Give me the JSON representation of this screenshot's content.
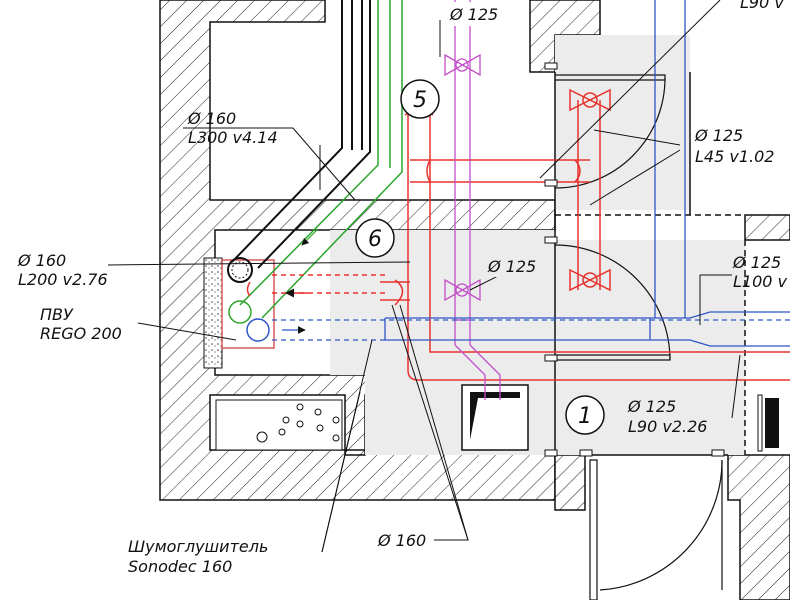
{
  "labels": {
    "top_d125": "Ø 125",
    "top_right_partial": "L90 v",
    "d160_upper": "Ø 160",
    "l300": "L300 v4.14",
    "l45_d": "Ø 125",
    "l45": "L45 v1.02",
    "d160_left": "Ø 160",
    "l200": "L200 v2.76",
    "pvu": "ПВУ",
    "rego": "REGO 200",
    "mid_d125": "Ø 125",
    "right_d125": "Ø 125",
    "l100": "L100 v",
    "low_d125": "Ø 125",
    "l90": "L90 v2.26",
    "d160_bottom": "Ø 160",
    "silencer_1": "Шумоглушитель",
    "silencer_2": "Sonodec 160"
  },
  "markers": [
    "5",
    "6",
    "1"
  ],
  "colors": {
    "line": "#111111",
    "supply": "#e8322d",
    "exhaust": "#2f56c6",
    "green": "#2aa52a",
    "magenta": "#c24fc8",
    "fill": "#eeeeee"
  }
}
